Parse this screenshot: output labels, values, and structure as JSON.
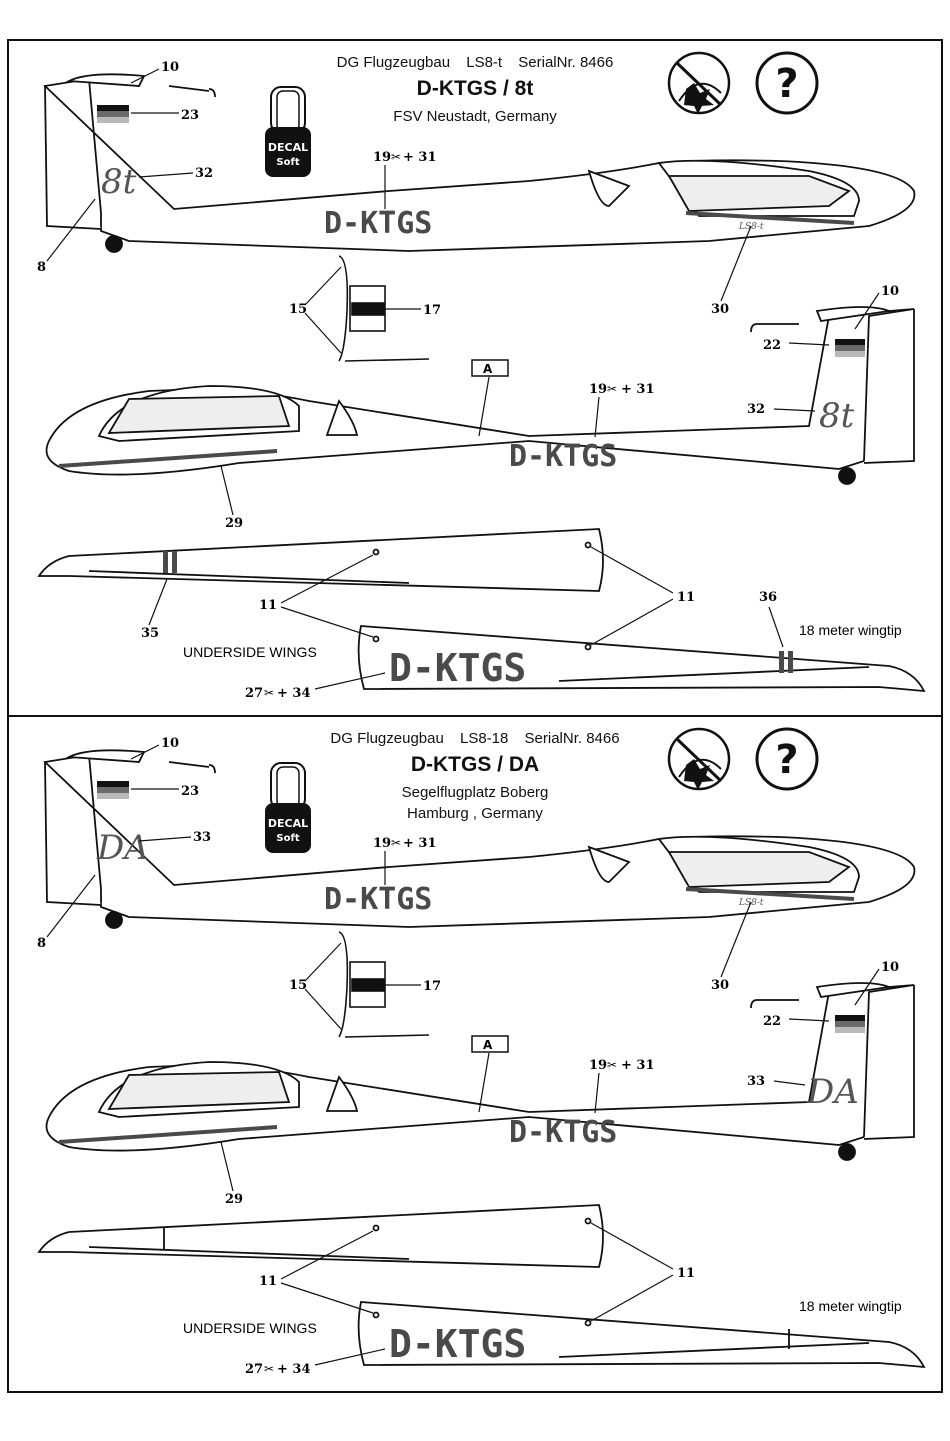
{
  "sections": [
    {
      "manufacturer": "DG Flugzeugbau",
      "model": "LS8-t",
      "serial": "SerialNr. 8466",
      "title": "D-KTGS / 8t",
      "club_lines": [
        "FSV Neustadt, Germany"
      ],
      "registration": "D-KTGS",
      "tail_code": "8t",
      "tail_decal_no": "32",
      "logo_strip": "LS8-t",
      "callouts": {
        "c10": "10",
        "c23": "23",
        "c8": "8",
        "c19": "19",
        "c31": "+ 31",
        "c30": "30",
        "c15": "15",
        "c17": "17",
        "c22": "22",
        "c29": "29",
        "c11": "11",
        "c35": "35",
        "c36": "36",
        "c27": "27",
        "c34": "+ 34"
      },
      "underside_label": "UNDERSIDE WINGS",
      "wingtip_label": "18 meter wingtip",
      "arrow_tag": "A",
      "decal_bottle": [
        "DECAL",
        "Soft"
      ]
    },
    {
      "manufacturer": "DG Flugzeugbau",
      "model": "LS8-18",
      "serial": "SerialNr. 8466",
      "title": "D-KTGS / DA",
      "club_lines": [
        "Segelflugplatz Boberg",
        "Hamburg , Germany"
      ],
      "registration": "D-KTGS",
      "tail_code": "DA",
      "tail_decal_no": "33",
      "logo_strip": "LS8-t",
      "callouts": {
        "c10": "10",
        "c23": "23",
        "c8": "8",
        "c19": "19",
        "c31": "+ 31",
        "c30": "30",
        "c15": "15",
        "c17": "17",
        "c22": "22",
        "c29": "29",
        "c11": "11",
        "c35": "",
        "c36": "",
        "c27": "27",
        "c34": "+ 34"
      },
      "underside_label": "UNDERSIDE WINGS",
      "wingtip_label": "18 meter wingtip",
      "arrow_tag": "A",
      "decal_bottle": [
        "DECAL",
        "Soft"
      ]
    }
  ],
  "colors": {
    "ink": "#111111",
    "decal_grey": "#4a4a4a",
    "flag_black": "#111111",
    "flag_red": "#6a6a6a",
    "flag_gold": "#b9b9b9"
  },
  "icons": [
    "decal-soft-bottle-icon",
    "no-swallow-warning-icon",
    "question-mark-icon",
    "cut-scissors-icon"
  ]
}
